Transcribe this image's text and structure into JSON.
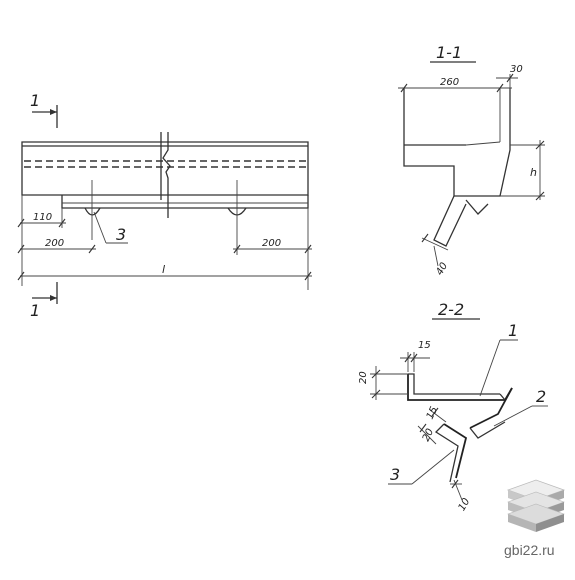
{
  "drawing": {
    "elevation": {
      "section_mark_top": "1",
      "section_mark_bottom": "1",
      "dim_110": "110",
      "dim_200_left": "200",
      "dim_200_right": "200",
      "dim_length": "l",
      "callout_3": "3"
    },
    "section_1_1": {
      "title": "1-1",
      "dim_260": "260",
      "dim_30": "30",
      "dim_h": "h",
      "dim_40": "40"
    },
    "section_2_2": {
      "title": "2-2",
      "dim_15_top": "15",
      "dim_20_left": "20",
      "dim_15_mid": "15",
      "dim_20_mid": "20",
      "dim_10": "10",
      "callout_1": "1",
      "callout_2": "2",
      "callout_3": "3"
    }
  },
  "watermark": {
    "site": "gbi22.ru",
    "logo_icon": "stacked-slabs-icon"
  }
}
